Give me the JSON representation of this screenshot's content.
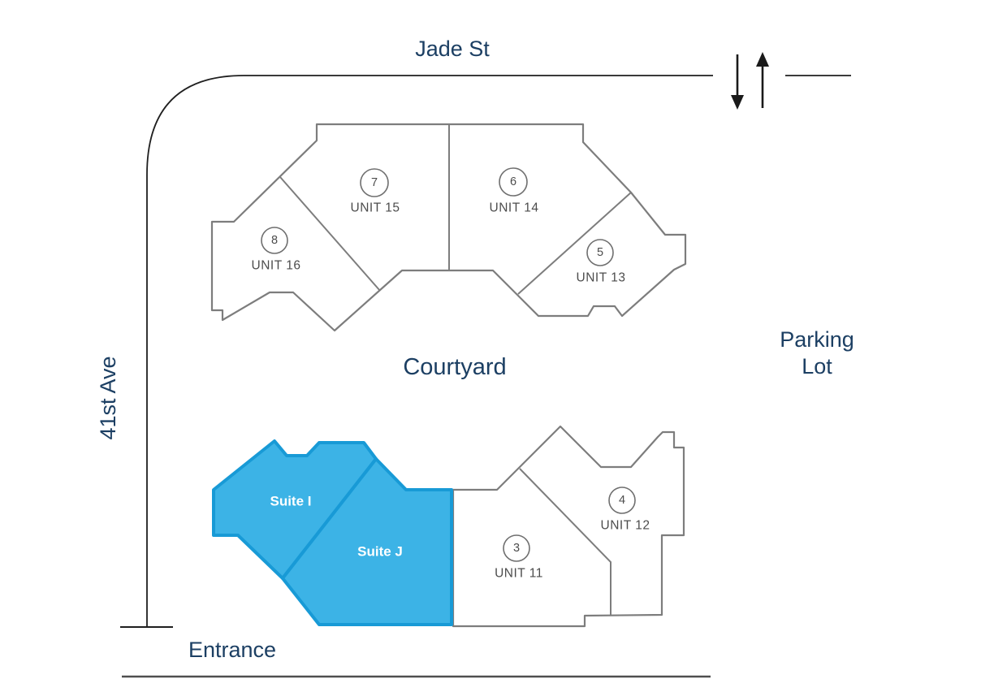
{
  "streets": {
    "top_label": "Jade St",
    "left_label": "41st Ave",
    "bottom_label": "Entrance"
  },
  "areas": {
    "courtyard_label": "Courtyard",
    "parking_line1": "Parking",
    "parking_line2": "Lot"
  },
  "north_building": {
    "units": [
      {
        "number": "8",
        "name": "UNIT 16"
      },
      {
        "number": "7",
        "name": "UNIT 15"
      },
      {
        "number": "6",
        "name": "UNIT 14"
      },
      {
        "number": "5",
        "name": "UNIT 13"
      }
    ]
  },
  "south_building": {
    "units": [
      {
        "number": "3",
        "name": "UNIT 11"
      },
      {
        "number": "4",
        "name": "UNIT 12"
      }
    ]
  },
  "suites": [
    {
      "name": "Suite I"
    },
    {
      "name": "Suite J"
    }
  ],
  "arrows": {
    "southbound_glyph": "↓",
    "northbound_glyph": "↑"
  },
  "colors": {
    "suite_fill": "#3cb3e6",
    "suite_border": "#189ad6",
    "street_text": "#1c3f63",
    "building_outline": "#7d7d7d",
    "unit_text": "#4c4c4c",
    "road_line": "#1f1f1f"
  }
}
